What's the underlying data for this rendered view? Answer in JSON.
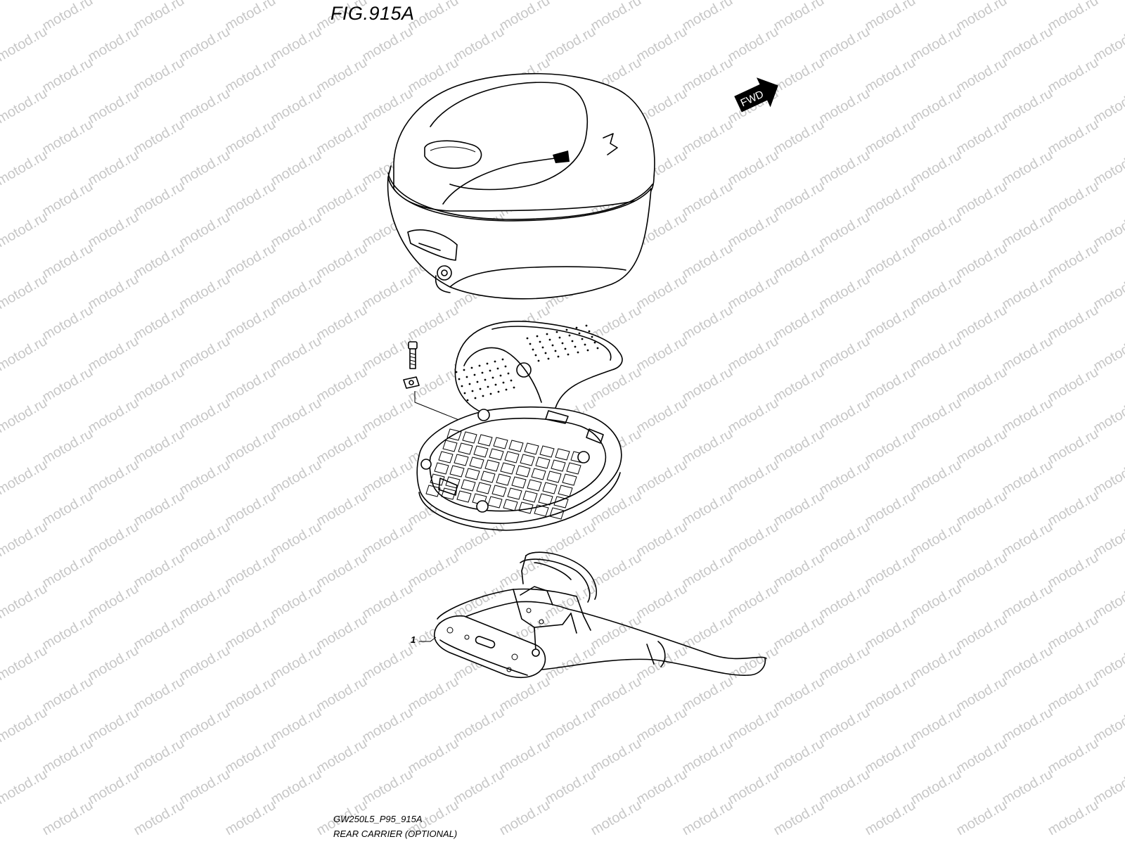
{
  "figure": {
    "title": "FIG.915A",
    "direction_badge": "FWD",
    "part_callout": "1",
    "code": "GW250L5_P95_915A",
    "caption": "REAR CARRIER (OPTIONAL)"
  },
  "watermark": "motod.ru",
  "icons": [
    "fwd-arrow-icon"
  ]
}
